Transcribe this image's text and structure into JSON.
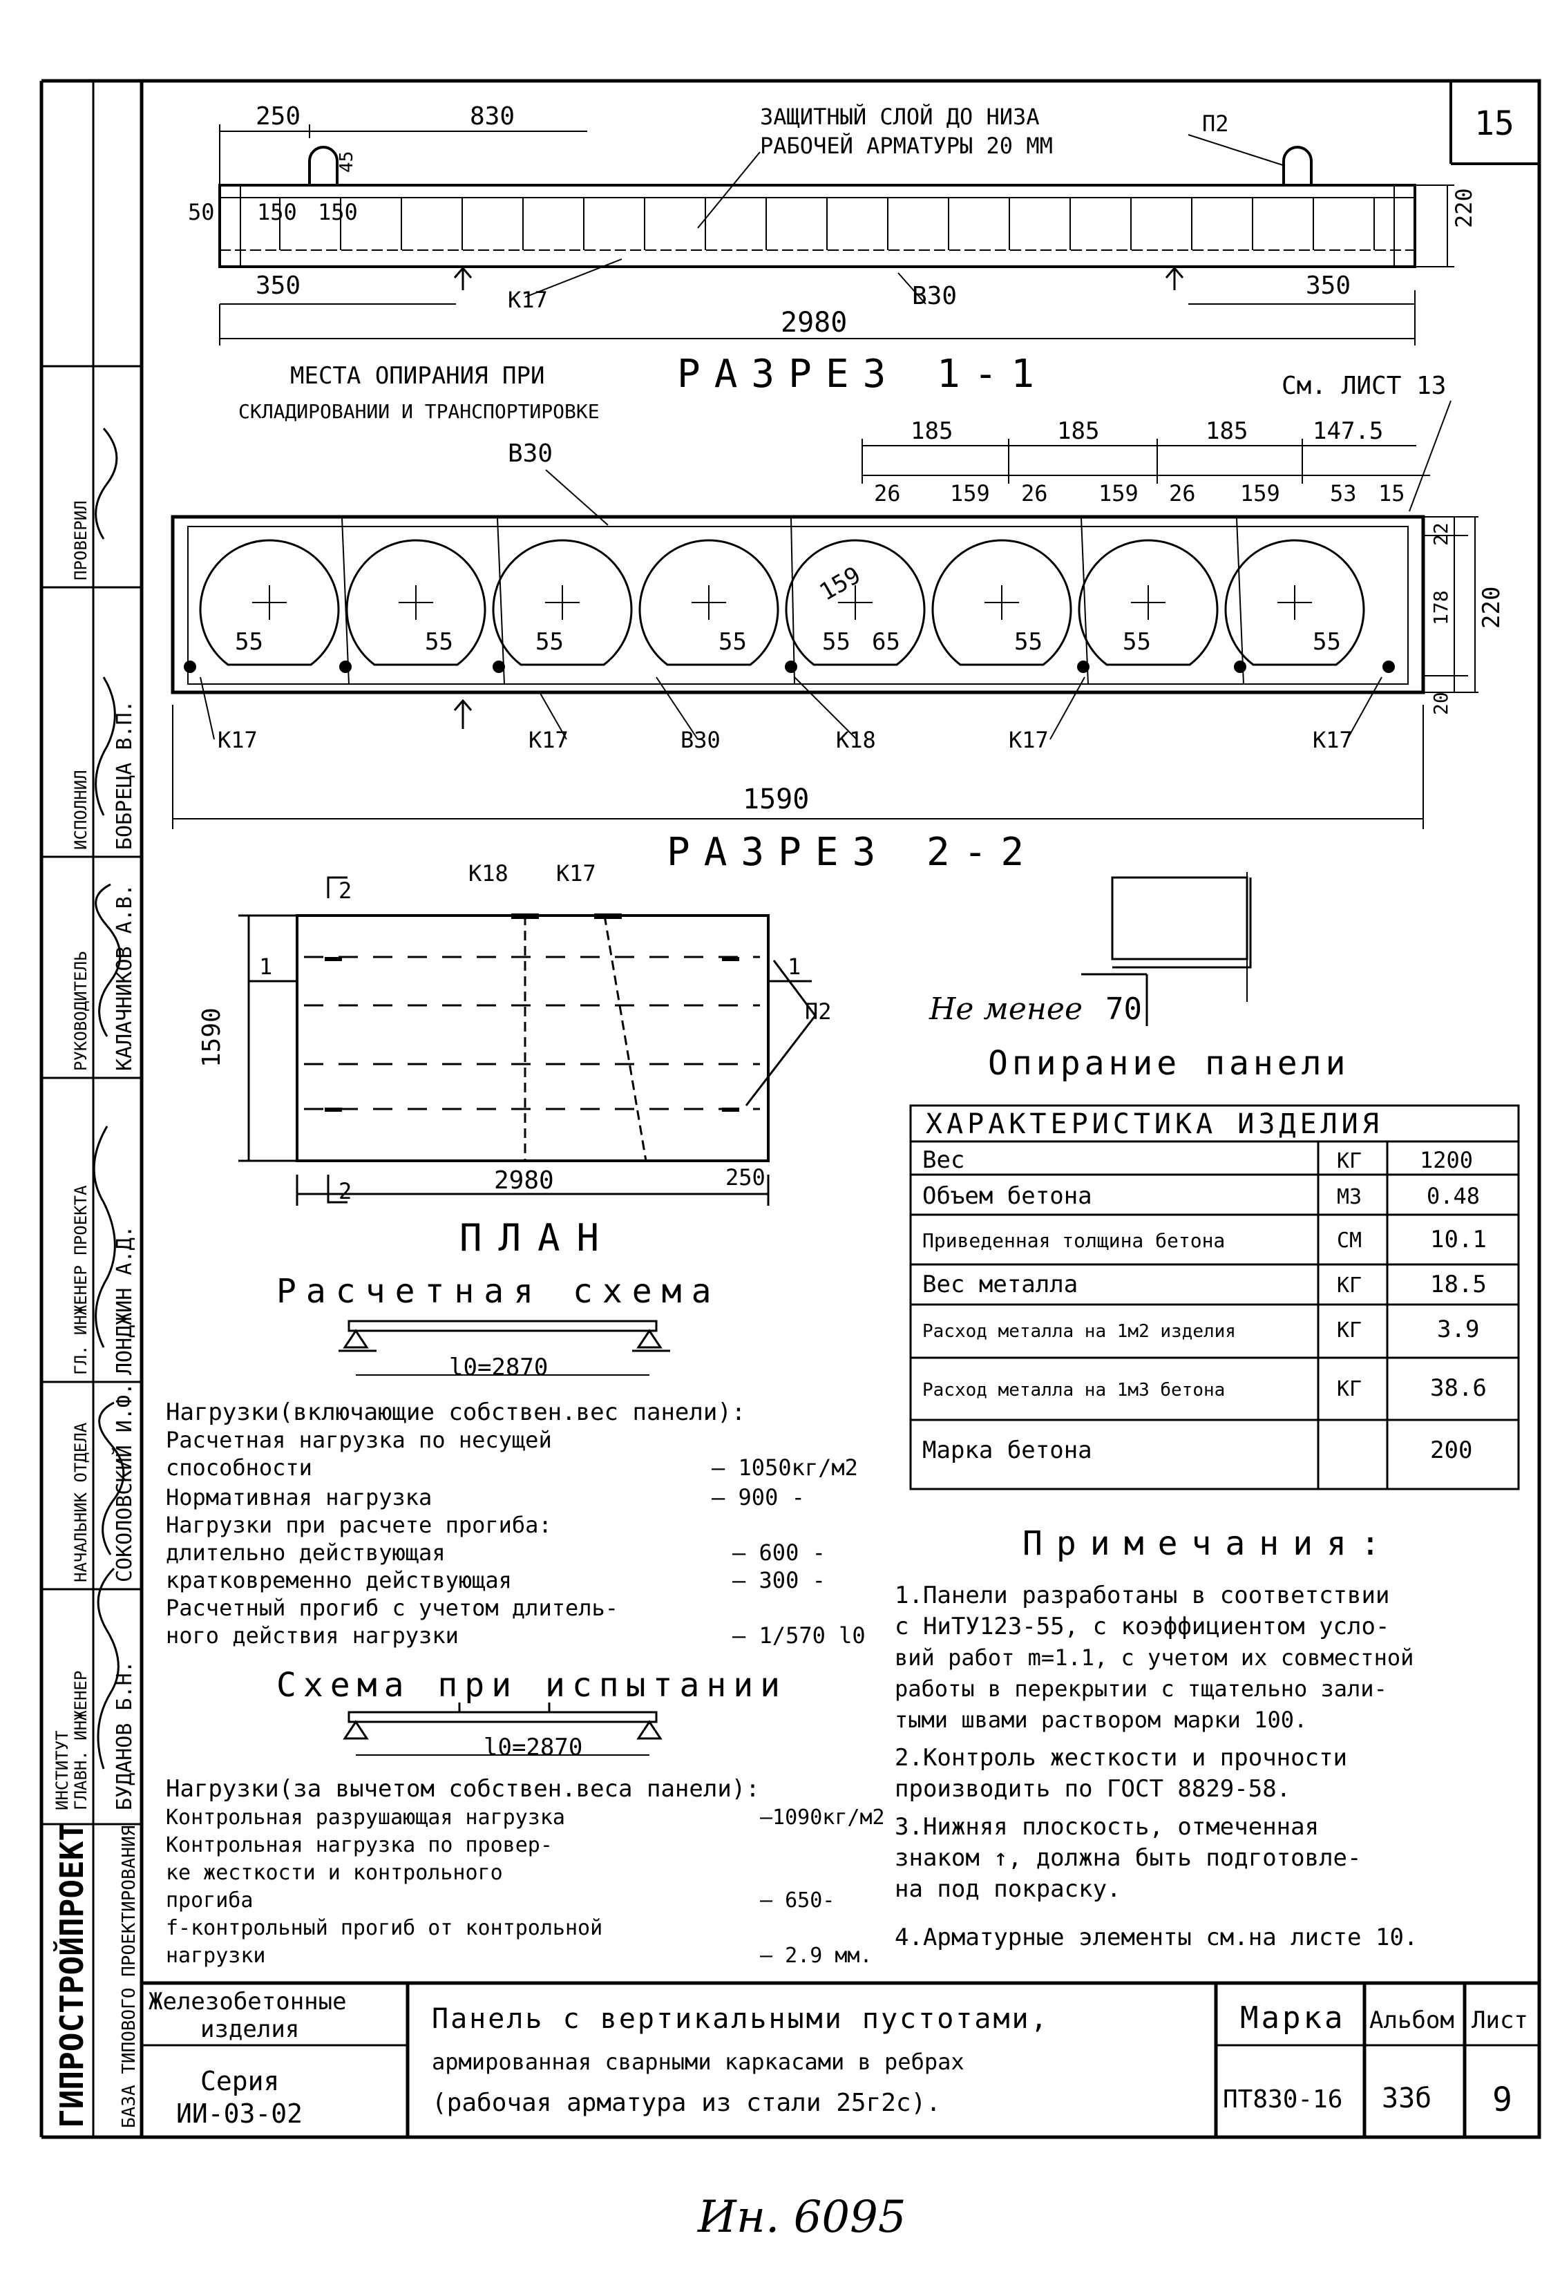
{
  "sheet": {
    "page_number": "15",
    "bottom_stamp": "Ин. 6095"
  },
  "side_strip": {
    "org_name": "ГИПРОСТРОЙПРОЕКТ",
    "org_sub1": "ИНСТИТУТ",
    "org_sub2": "БАЗА ТИПОВОГО ПРОЕКТИРОВАНИЯ",
    "people": [
      {
        "role": "ГЛАВН. ИНЖЕНЕР",
        "name": "БУДАНОВ Б.Н."
      },
      {
        "role": "НАЧАЛЬНИК ОТДЕЛА",
        "name": "СОКОЛОВСКИЙ И.Ф."
      },
      {
        "role": "ГЛ. ИНЖЕНЕР ПРОЕКТА",
        "name": "ЛОНДЖИН А.Д."
      },
      {
        "role": "РУКОВОДИТЕЛЬ",
        "name": "КАЛАЧНИКОВ А.В."
      },
      {
        "role": "ИСПОЛНИЛ",
        "name": "БОБРЕЦА В.П."
      },
      {
        "role": "ПРОВЕРИЛ",
        "name": ""
      }
    ]
  },
  "section_1_1": {
    "dims_top": [
      "250",
      "830"
    ],
    "cover_note_l1": "ЗАЩИТНЫЙ СЛОЙ ДО НИЗА",
    "cover_note_l2": "РАБОЧЕЙ АРМАТУРЫ 20 ММ",
    "loop_label": "П2",
    "dim_45": "45",
    "dim_50": "50",
    "dim_150a": "150",
    "dim_150b": "150",
    "dim_350a": "350",
    "dim_350b": "350",
    "k17": "К17",
    "b30a": "В30",
    "length": "2980",
    "height": "220",
    "support_note_l1": "МЕСТА ОПИРАНИЯ ПРИ",
    "support_note_l2": "СКЛАДИРОВАНИИ И ТРАНСПОРТИРОВКЕ",
    "title": "РАЗРЕЗ 1-1"
  },
  "section_2_2": {
    "see_sheet": "См. ЛИСТ 13",
    "dims_top": [
      "185",
      "185",
      "185",
      "147.5"
    ],
    "dims_sub": [
      "26",
      "159",
      "26",
      "159",
      "26",
      "159",
      "53",
      "15"
    ],
    "b30_top": "В30",
    "void_dims": [
      "55",
      "55",
      "55",
      "55",
      "55",
      "65",
      "55",
      "55",
      "55"
    ],
    "void_dia": "159",
    "right_dims": [
      "22",
      "178",
      "20"
    ],
    "total_h": "220",
    "labels_bottom": [
      "К17",
      "К17",
      "В30",
      "К18",
      "К17",
      "К17"
    ],
    "width": "1590",
    "title": "РАЗРЕЗ 2-2"
  },
  "plan": {
    "label_22": "2",
    "label_11_l": "1",
    "label_11_r": "1",
    "k18": "К18",
    "k17": "К17",
    "p2": "П2",
    "height": "1590",
    "length": "2980",
    "dim_250": "250",
    "title": "ПЛАН"
  },
  "support": {
    "min_label": "Не менее",
    "min_value": "70",
    "title": "Опирание панели"
  },
  "characteristics": {
    "title": "ХАРАКТЕРИСТИКА ИЗДЕЛИЯ",
    "rows": [
      {
        "name": "Вес",
        "unit": "КГ",
        "value": "1200"
      },
      {
        "name": "Объем бетона",
        "unit": "М3",
        "value": "0.48"
      },
      {
        "name": "Приведенная толщина бетона",
        "unit": "СМ",
        "value": "10.1"
      },
      {
        "name": "Вес металла",
        "unit": "КГ",
        "value": "18.5"
      },
      {
        "name": "Расход металла на 1м2 изделия",
        "unit": "КГ",
        "value": "3.9"
      },
      {
        "name": "Расход металла на 1м3 бетона",
        "unit": "КГ",
        "value": "38.6"
      },
      {
        "name": "Марка бетона",
        "unit": "",
        "value": "200"
      }
    ]
  },
  "calc_scheme": {
    "title": "Расчетная схема",
    "span": "l0=2870",
    "loads_title": "Нагрузки(включающие собствен.вес панели):",
    "lines": [
      {
        "text": "Расчетная нагрузка по несущей",
        "value": ""
      },
      {
        "text": "    способности",
        "value": "— 1050кг/м2"
      },
      {
        "text": "Нормативная нагрузка",
        "value": "— 900 -"
      },
      {
        "text": "Нагрузки при расчете прогиба:",
        "value": ""
      },
      {
        "text": "  длительно действующая",
        "value": "— 600 -"
      },
      {
        "text": "  кратковременно действующая",
        "value": "— 300 -"
      },
      {
        "text": "Расчетный прогиб с учетом длитель-",
        "value": ""
      },
      {
        "text": "  ного действия нагрузки",
        "value": "— 1/570 l0"
      }
    ]
  },
  "test_scheme": {
    "title": "Схема при испытании",
    "span": "l0=2870",
    "loads_title": "Нагрузки(за вычетом собствен.веса панели):",
    "lines": [
      {
        "text": "Контрольная разрушающая нагрузка",
        "value": "—1090кг/м2"
      },
      {
        "text": "Контрольная нагрузка по провер-",
        "value": ""
      },
      {
        "text": "ке жесткости и контрольного",
        "value": ""
      },
      {
        "text": "прогиба",
        "value": "— 650-"
      },
      {
        "text": "f-контрольный прогиб от контрольной",
        "value": ""
      },
      {
        "text": "нагрузки",
        "value": "— 2.9 мм."
      }
    ]
  },
  "notes": {
    "title": "Примечания:",
    "lines": [
      "1.Панели разработаны в соответствии",
      "  с НиТУ123-55, с коэффициентом усло-",
      "  вий работ m=1.1, с учетом их совместной",
      "  работы в перекрытии с тщательно зали-",
      "  тыми швами раствором марки 100.",
      "2.Контроль жесткости и прочности",
      "  производить по ГОСТ 8829-58.",
      "3.Нижняя плоскость, отмеченная",
      "  знаком ↑, должна быть подготовле-",
      "  на под покраску.",
      "4.Арматурные элементы см.на листе 10."
    ]
  },
  "title_block": {
    "category_l1": "Железобетонные",
    "category_l2": "изделия",
    "series_l1": "Серия",
    "series_l2": "ИИ-03-02",
    "desc_l1": "Панель с вертикальными пустотами,",
    "desc_l2": "армированная сварными каркасами в ребрах",
    "desc_l3": "(рабочая арматура из стали 25г2с).",
    "mark_label": "Марка",
    "mark_value": "ПТ830-16",
    "album_label": "Альбом",
    "album_value": "33б",
    "sheet_label": "Лист",
    "sheet_value": "9"
  }
}
